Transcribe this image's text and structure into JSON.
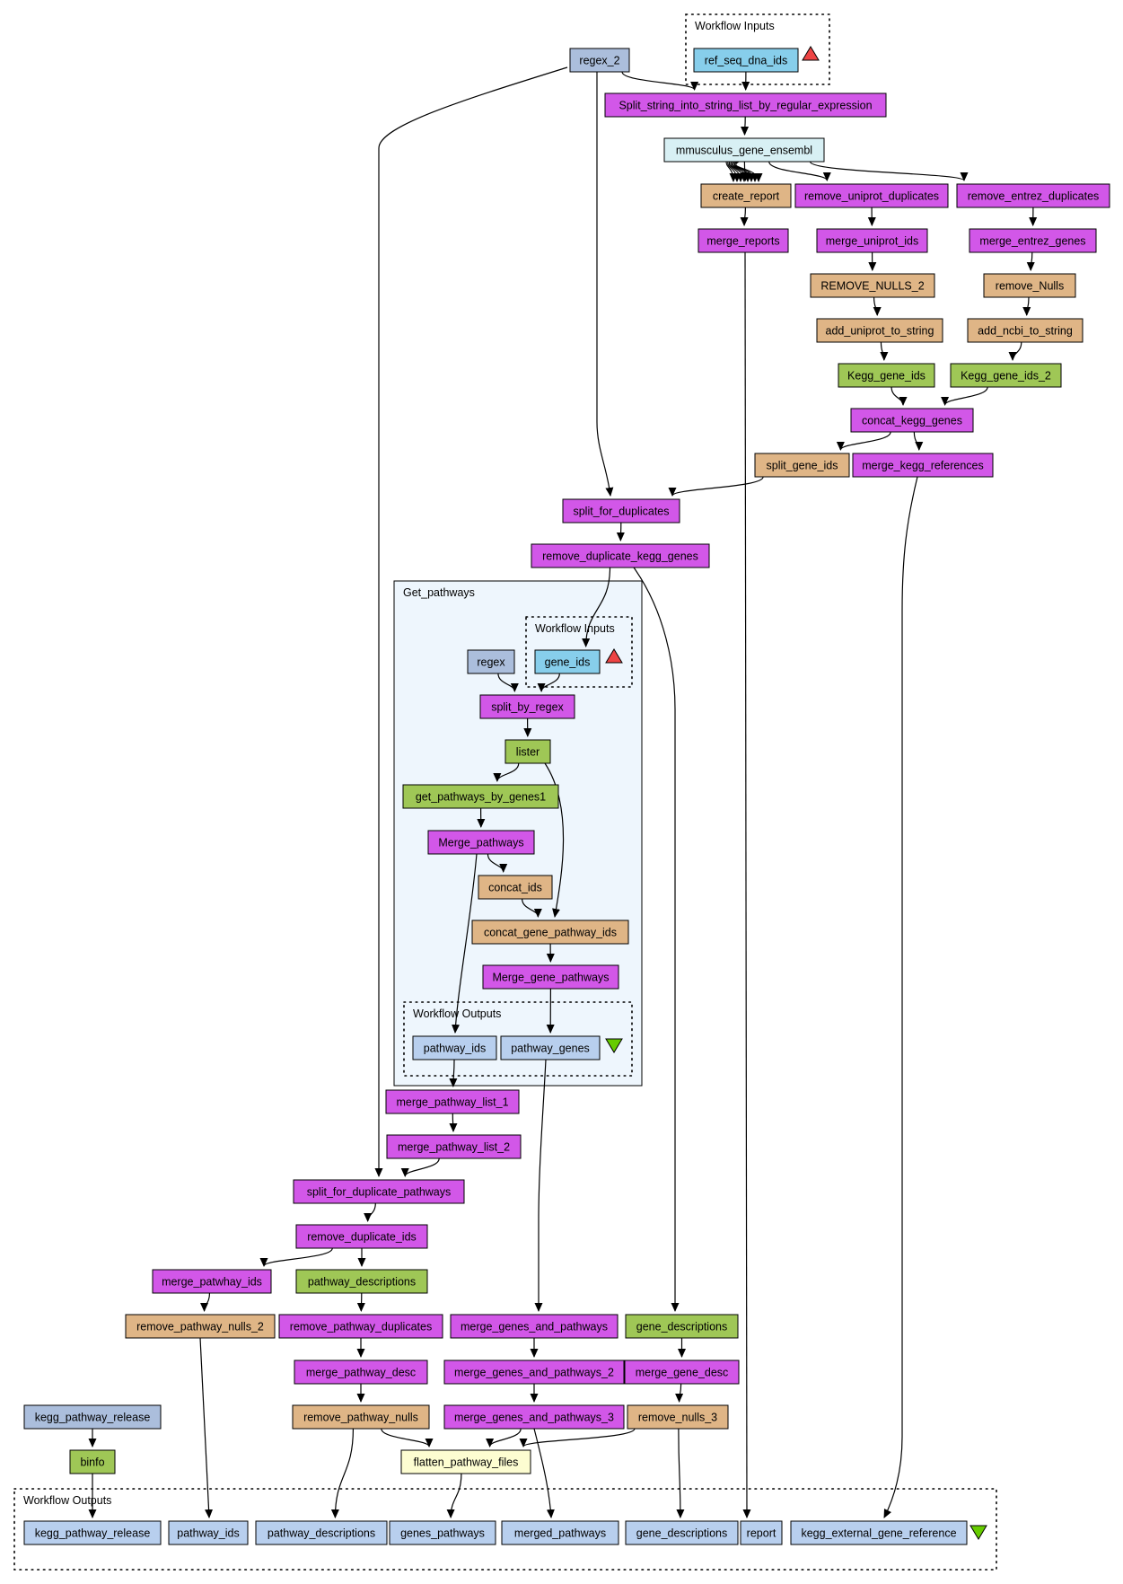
{
  "colors": {
    "processor": "#d257e8",
    "local": "#dfb586",
    "shim": "#9fc756",
    "constant": "#abbedc",
    "input": "#87ceeb",
    "beanshell_group": "#d8f0f4",
    "flatten": "#fdfdd1",
    "output": "#b8cfee",
    "nested_bg": "#eef6fd",
    "input_marker": "#ee4444",
    "output_marker": "#66cc00"
  },
  "clusters": [
    {
      "id": "wf_inputs_top",
      "label": "Workflow Inputs",
      "style": "dotted"
    },
    {
      "id": "get_pathways",
      "label": "Get_pathways",
      "style": "solid"
    },
    {
      "id": "wf_inputs_inner",
      "label": "Workflow Inputs",
      "style": "dotted"
    },
    {
      "id": "wf_outputs_inner",
      "label": "Workflow Outputs",
      "style": "dotted"
    },
    {
      "id": "wf_outputs_bottom",
      "label": "Workflow Outputs",
      "style": "dotted"
    }
  ],
  "nodes": [
    {
      "id": "regex_2",
      "label": "regex_2",
      "kind": "constant"
    },
    {
      "id": "ref_seq_dna_ids",
      "label": "ref_seq_dna_ids",
      "kind": "input"
    },
    {
      "id": "split_string",
      "label": "Split_string_into_string_list_by_regular_expression",
      "kind": "processor"
    },
    {
      "id": "mmusculus",
      "label": "mmusculus_gene_ensembl",
      "kind": "beanshell_group"
    },
    {
      "id": "create_report",
      "label": "create_report",
      "kind": "local"
    },
    {
      "id": "remove_uniprot_duplicates",
      "label": "remove_uniprot_duplicates",
      "kind": "processor"
    },
    {
      "id": "remove_entrez_duplicates",
      "label": "remove_entrez_duplicates",
      "kind": "processor"
    },
    {
      "id": "merge_reports",
      "label": "merge_reports",
      "kind": "processor"
    },
    {
      "id": "merge_uniprot_ids",
      "label": "merge_uniprot_ids",
      "kind": "processor"
    },
    {
      "id": "merge_entrez_genes",
      "label": "merge_entrez_genes",
      "kind": "processor"
    },
    {
      "id": "REMOVE_NULLS_2",
      "label": "REMOVE_NULLS_2",
      "kind": "local"
    },
    {
      "id": "remove_Nulls",
      "label": "remove_Nulls",
      "kind": "local"
    },
    {
      "id": "add_uniprot_to_string",
      "label": "add_uniprot_to_string",
      "kind": "local"
    },
    {
      "id": "add_ncbi_to_string",
      "label": "add_ncbi_to_string",
      "kind": "local"
    },
    {
      "id": "Kegg_gene_ids",
      "label": "Kegg_gene_ids",
      "kind": "shim"
    },
    {
      "id": "Kegg_gene_ids_2",
      "label": "Kegg_gene_ids_2",
      "kind": "shim"
    },
    {
      "id": "concat_kegg_genes",
      "label": "concat_kegg_genes",
      "kind": "processor"
    },
    {
      "id": "split_gene_ids",
      "label": "split_gene_ids",
      "kind": "local"
    },
    {
      "id": "merge_kegg_references",
      "label": "merge_kegg_references",
      "kind": "processor"
    },
    {
      "id": "split_for_duplicates",
      "label": "split_for_duplicates",
      "kind": "processor"
    },
    {
      "id": "remove_duplicate_kegg_genes",
      "label": "remove_duplicate_kegg_genes",
      "kind": "processor"
    },
    {
      "id": "regex",
      "label": "regex",
      "kind": "constant"
    },
    {
      "id": "gene_ids",
      "label": "gene_ids",
      "kind": "input"
    },
    {
      "id": "split_by_regex",
      "label": "split_by_regex",
      "kind": "processor"
    },
    {
      "id": "lister",
      "label": "lister",
      "kind": "shim"
    },
    {
      "id": "get_pathways_by_genes1",
      "label": "get_pathways_by_genes1",
      "kind": "shim"
    },
    {
      "id": "Merge_pathways",
      "label": "Merge_pathways",
      "kind": "processor"
    },
    {
      "id": "concat_ids",
      "label": "concat_ids",
      "kind": "local"
    },
    {
      "id": "concat_gene_pathway_ids",
      "label": "concat_gene_pathway_ids",
      "kind": "local"
    },
    {
      "id": "Merge_gene_pathways",
      "label": "Merge_gene_pathways",
      "kind": "processor"
    },
    {
      "id": "pathway_ids_inner",
      "label": "pathway_ids",
      "kind": "output"
    },
    {
      "id": "pathway_genes",
      "label": "pathway_genes",
      "kind": "output"
    },
    {
      "id": "merge_pathway_list_1",
      "label": "merge_pathway_list_1",
      "kind": "processor"
    },
    {
      "id": "merge_pathway_list_2",
      "label": "merge_pathway_list_2",
      "kind": "processor"
    },
    {
      "id": "split_for_duplicate_pathways",
      "label": "split_for_duplicate_pathways",
      "kind": "processor"
    },
    {
      "id": "remove_duplicate_ids",
      "label": "remove_duplicate_ids",
      "kind": "processor"
    },
    {
      "id": "merge_patwhay_ids",
      "label": "merge_patwhay_ids",
      "kind": "processor"
    },
    {
      "id": "pathway_descriptions_shim",
      "label": "pathway_descriptions",
      "kind": "shim"
    },
    {
      "id": "remove_pathway_nulls_2",
      "label": "remove_pathway_nulls_2",
      "kind": "local"
    },
    {
      "id": "remove_pathway_duplicates",
      "label": "remove_pathway_duplicates",
      "kind": "processor"
    },
    {
      "id": "merge_genes_and_pathways",
      "label": "merge_genes_and_pathways",
      "kind": "processor"
    },
    {
      "id": "gene_descriptions_shim",
      "label": "gene_descriptions",
      "kind": "shim"
    },
    {
      "id": "merge_pathway_desc",
      "label": "merge_pathway_desc",
      "kind": "processor"
    },
    {
      "id": "merge_genes_and_pathways_2",
      "label": "merge_genes_and_pathways_2",
      "kind": "processor"
    },
    {
      "id": "merge_gene_desc",
      "label": "merge_gene_desc",
      "kind": "processor"
    },
    {
      "id": "kegg_pathway_release_const",
      "label": "kegg_pathway_release",
      "kind": "constant"
    },
    {
      "id": "remove_pathway_nulls",
      "label": "remove_pathway_nulls",
      "kind": "local"
    },
    {
      "id": "merge_genes_and_pathways_3",
      "label": "merge_genes_and_pathways_3",
      "kind": "processor"
    },
    {
      "id": "remove_nulls_3",
      "label": "remove_nulls_3",
      "kind": "local"
    },
    {
      "id": "binfo",
      "label": "binfo",
      "kind": "shim"
    },
    {
      "id": "flatten_pathway_files",
      "label": "flatten_pathway_files",
      "kind": "flatten"
    },
    {
      "id": "out_kegg_pathway_release",
      "label": "kegg_pathway_release",
      "kind": "output"
    },
    {
      "id": "out_pathway_ids",
      "label": "pathway_ids",
      "kind": "output"
    },
    {
      "id": "out_pathway_descriptions",
      "label": "pathway_descriptions",
      "kind": "output"
    },
    {
      "id": "out_genes_pathways",
      "label": "genes_pathways",
      "kind": "output"
    },
    {
      "id": "out_merged_pathways",
      "label": "merged_pathways",
      "kind": "output"
    },
    {
      "id": "out_gene_descriptions",
      "label": "gene_descriptions",
      "kind": "output"
    },
    {
      "id": "out_report",
      "label": "report",
      "kind": "output"
    },
    {
      "id": "out_kegg_external_gene_reference",
      "label": "kegg_external_gene_reference",
      "kind": "output"
    }
  ],
  "edges": [
    [
      "regex_2",
      "split_string"
    ],
    [
      "ref_seq_dna_ids",
      "split_string"
    ],
    [
      "split_string",
      "mmusculus"
    ],
    [
      "mmusculus",
      "create_report"
    ],
    [
      "mmusculus",
      "remove_uniprot_duplicates"
    ],
    [
      "mmusculus",
      "remove_entrez_duplicates"
    ],
    [
      "create_report",
      "merge_reports"
    ],
    [
      "remove_uniprot_duplicates",
      "merge_uniprot_ids"
    ],
    [
      "remove_entrez_duplicates",
      "merge_entrez_genes"
    ],
    [
      "merge_uniprot_ids",
      "REMOVE_NULLS_2"
    ],
    [
      "merge_entrez_genes",
      "remove_Nulls"
    ],
    [
      "REMOVE_NULLS_2",
      "add_uniprot_to_string"
    ],
    [
      "remove_Nulls",
      "add_ncbi_to_string"
    ],
    [
      "add_uniprot_to_string",
      "Kegg_gene_ids"
    ],
    [
      "add_ncbi_to_string",
      "Kegg_gene_ids_2"
    ],
    [
      "Kegg_gene_ids",
      "concat_kegg_genes"
    ],
    [
      "Kegg_gene_ids_2",
      "concat_kegg_genes"
    ],
    [
      "concat_kegg_genes",
      "split_gene_ids"
    ],
    [
      "concat_kegg_genes",
      "merge_kegg_references"
    ],
    [
      "regex_2",
      "split_for_duplicates"
    ],
    [
      "split_gene_ids",
      "split_for_duplicates"
    ],
    [
      "split_for_duplicates",
      "remove_duplicate_kegg_genes"
    ],
    [
      "remove_duplicate_kegg_genes",
      "gene_ids"
    ],
    [
      "remove_duplicate_kegg_genes",
      "gene_descriptions_shim"
    ],
    [
      "regex",
      "split_by_regex"
    ],
    [
      "gene_ids",
      "split_by_regex"
    ],
    [
      "split_by_regex",
      "lister"
    ],
    [
      "lister",
      "get_pathways_by_genes1"
    ],
    [
      "lister",
      "concat_gene_pathway_ids"
    ],
    [
      "get_pathways_by_genes1",
      "Merge_pathways"
    ],
    [
      "Merge_pathways",
      "concat_ids"
    ],
    [
      "Merge_pathways",
      "pathway_ids_inner"
    ],
    [
      "concat_ids",
      "concat_gene_pathway_ids"
    ],
    [
      "concat_gene_pathway_ids",
      "Merge_gene_pathways"
    ],
    [
      "Merge_gene_pathways",
      "pathway_genes"
    ],
    [
      "pathway_ids_inner",
      "merge_pathway_list_1"
    ],
    [
      "pathway_genes",
      "merge_genes_and_pathways"
    ],
    [
      "merge_pathway_list_1",
      "merge_pathway_list_2"
    ],
    [
      "regex_2",
      "split_for_duplicate_pathways"
    ],
    [
      "merge_pathway_list_2",
      "split_for_duplicate_pathways"
    ],
    [
      "split_for_duplicate_pathways",
      "remove_duplicate_ids"
    ],
    [
      "remove_duplicate_ids",
      "merge_patwhay_ids"
    ],
    [
      "remove_duplicate_ids",
      "pathway_descriptions_shim"
    ],
    [
      "merge_patwhay_ids",
      "remove_pathway_nulls_2"
    ],
    [
      "pathway_descriptions_shim",
      "remove_pathway_duplicates"
    ],
    [
      "remove_pathway_duplicates",
      "merge_pathway_desc"
    ],
    [
      "merge_pathway_desc",
      "remove_pathway_nulls"
    ],
    [
      "merge_genes_and_pathways",
      "merge_genes_and_pathways_2"
    ],
    [
      "merge_genes_and_pathways_2",
      "merge_genes_and_pathways_3"
    ],
    [
      "gene_descriptions_shim",
      "merge_gene_desc"
    ],
    [
      "merge_gene_desc",
      "remove_nulls_3"
    ],
    [
      "kegg_pathway_release_const",
      "binfo"
    ],
    [
      "remove_pathway_nulls",
      "flatten_pathway_files"
    ],
    [
      "merge_genes_and_pathways_3",
      "flatten_pathway_files"
    ],
    [
      "remove_nulls_3",
      "flatten_pathway_files"
    ],
    [
      "binfo",
      "out_kegg_pathway_release"
    ],
    [
      "remove_pathway_nulls_2",
      "out_pathway_ids"
    ],
    [
      "remove_pathway_nulls",
      "out_pathway_descriptions"
    ],
    [
      "flatten_pathway_files",
      "out_genes_pathways"
    ],
    [
      "merge_genes_and_pathways_3",
      "out_merged_pathways"
    ],
    [
      "remove_nulls_3",
      "out_gene_descriptions"
    ],
    [
      "merge_reports",
      "out_report"
    ],
    [
      "merge_kegg_references",
      "out_kegg_external_gene_reference"
    ]
  ],
  "multi_edge_bundle": {
    "from": "mmusculus",
    "to": "create_report",
    "count": 8
  }
}
